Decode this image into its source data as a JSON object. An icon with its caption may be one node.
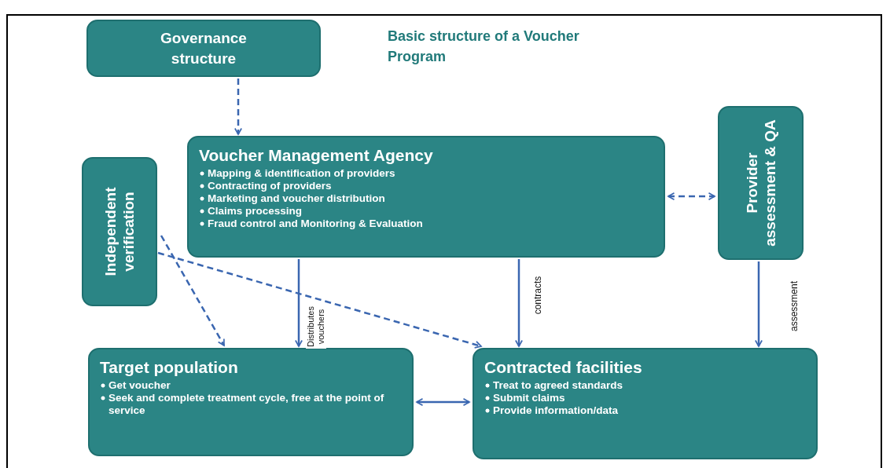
{
  "diagram": {
    "title": "Basic structure of a Voucher Program",
    "nodes": [
      {
        "text": [
          "Governance structure"
        ]
      },
      {
        "text": [
          "Voucher Management Agency",
          "Mapping & identification of providers",
          "Contracting of providers",
          "Marketing and voucher distribution",
          "Claims processing",
          "Fraud control and Monitoring & Evaluation"
        ]
      },
      {
        "text": [
          "Independent verification"
        ]
      },
      {
        "text": [
          "Provider assessment & QA"
        ]
      },
      {
        "text": [
          "Target population",
          "Get voucher",
          "Seek and complete treatment cycle, free at the point of service"
        ]
      },
      {
        "text": [
          "Contracted facilities",
          "Treat to agreed standards",
          "Submit claims",
          "Provide information/data"
        ]
      }
    ],
    "edges": [
      {
        "from": 0,
        "to": 1,
        "arrow": "to",
        "style": "dashed"
      },
      {
        "from": 1,
        "to": 3,
        "arrow": "both",
        "style": "dashed"
      },
      {
        "from": 1,
        "to": 4,
        "arrow": "to",
        "label": "Distributes vouchers"
      },
      {
        "from": 1,
        "to": 5,
        "arrow": "to",
        "label": "contracts"
      },
      {
        "from": 3,
        "to": 5,
        "arrow": "to",
        "label": "assessment"
      },
      {
        "from": 2,
        "to": 4,
        "arrow": "to",
        "style": "dashed"
      },
      {
        "from": 2,
        "to": 5,
        "arrow": "to",
        "style": "dashed"
      },
      {
        "from": 4,
        "to": 5,
        "arrow": "both"
      }
    ]
  }
}
